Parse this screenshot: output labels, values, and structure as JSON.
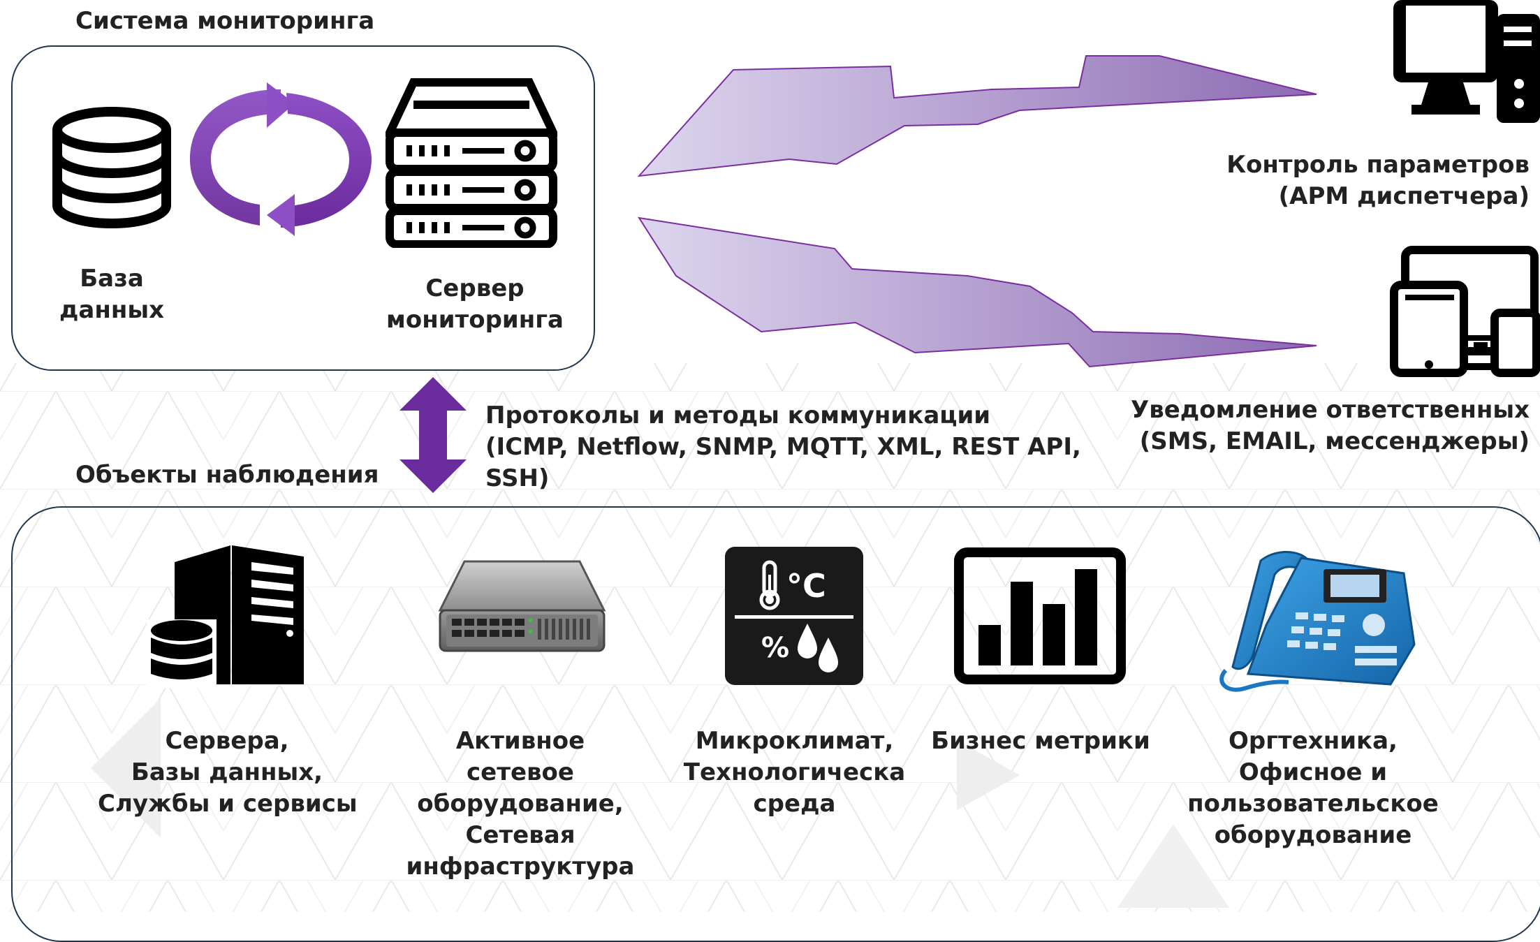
{
  "monitoring_system": {
    "title": "Система мониторинга",
    "database_label": [
      "База",
      "данных"
    ],
    "server_label": [
      "Сервер",
      "мониторинга"
    ]
  },
  "right_panel": {
    "control_label": [
      "Контроль параметров",
      "(АРМ диспетчера)"
    ],
    "notify_label": [
      "Уведомление ответственных",
      "(SMS, EMAIL, мессенджеры)"
    ]
  },
  "protocols": [
    "Протоколы и методы коммуникации",
    "(ICMP, Netflow, SNMP, MQTT, XML, REST API,",
    "SSH)"
  ],
  "objects": {
    "title": "Объекты наблюдения",
    "items": [
      {
        "lines": [
          "Сервера,",
          "Базы данных,",
          "Службы и сервисы"
        ]
      },
      {
        "lines": [
          "Активное",
          "сетевое",
          "оборудование,",
          "Сетевая",
          "инфраструктура"
        ]
      },
      {
        "lines": [
          "Микроклимат,",
          "Технологическа",
          "среда"
        ],
        "icon_text": {
          "temp": "°C",
          "humidity": "%"
        }
      },
      {
        "lines": [
          "Бизнес метрики"
        ]
      },
      {
        "lines": [
          "Оргтехника,",
          "Офисное и",
          "пользовательское",
          "оборудование"
        ]
      }
    ]
  },
  "colors": {
    "accent_purple": "#6a2c9c",
    "box_border": "#1f3550"
  }
}
